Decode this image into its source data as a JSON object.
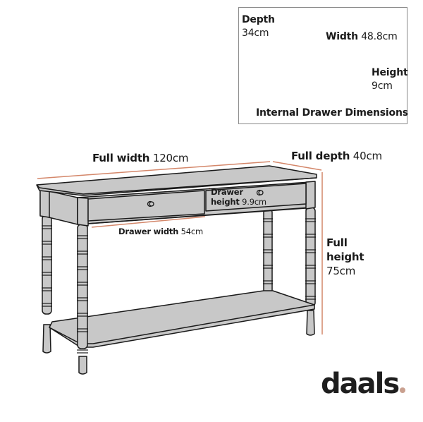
{
  "colors": {
    "dimension_line": "#d4876a",
    "furniture_fill": "#c8c8c8",
    "outline": "#1a1a1a",
    "inset_border": "#8a8a8a",
    "logo_dot": "#c9a08f"
  },
  "inset": {
    "title": "Internal Drawer Dimensions",
    "depth": {
      "label": "Depth",
      "value": "34cm"
    },
    "width": {
      "label": "Width",
      "value": "48.8cm"
    },
    "height": {
      "label": "Height",
      "value": "9cm"
    }
  },
  "main": {
    "full_width": {
      "label": "Full width",
      "value": "120cm"
    },
    "full_depth": {
      "label": "Full depth",
      "value": "40cm"
    },
    "full_height": {
      "label_line1": "Full",
      "label_line2": "height",
      "value": "75cm"
    },
    "drawer_height": {
      "label_line1": "Drawer",
      "label_line2": "height",
      "value": "9.9cm"
    },
    "drawer_width": {
      "label": "Drawer width",
      "value": "54cm"
    }
  },
  "logo": {
    "text": "daals",
    "dot": "."
  }
}
